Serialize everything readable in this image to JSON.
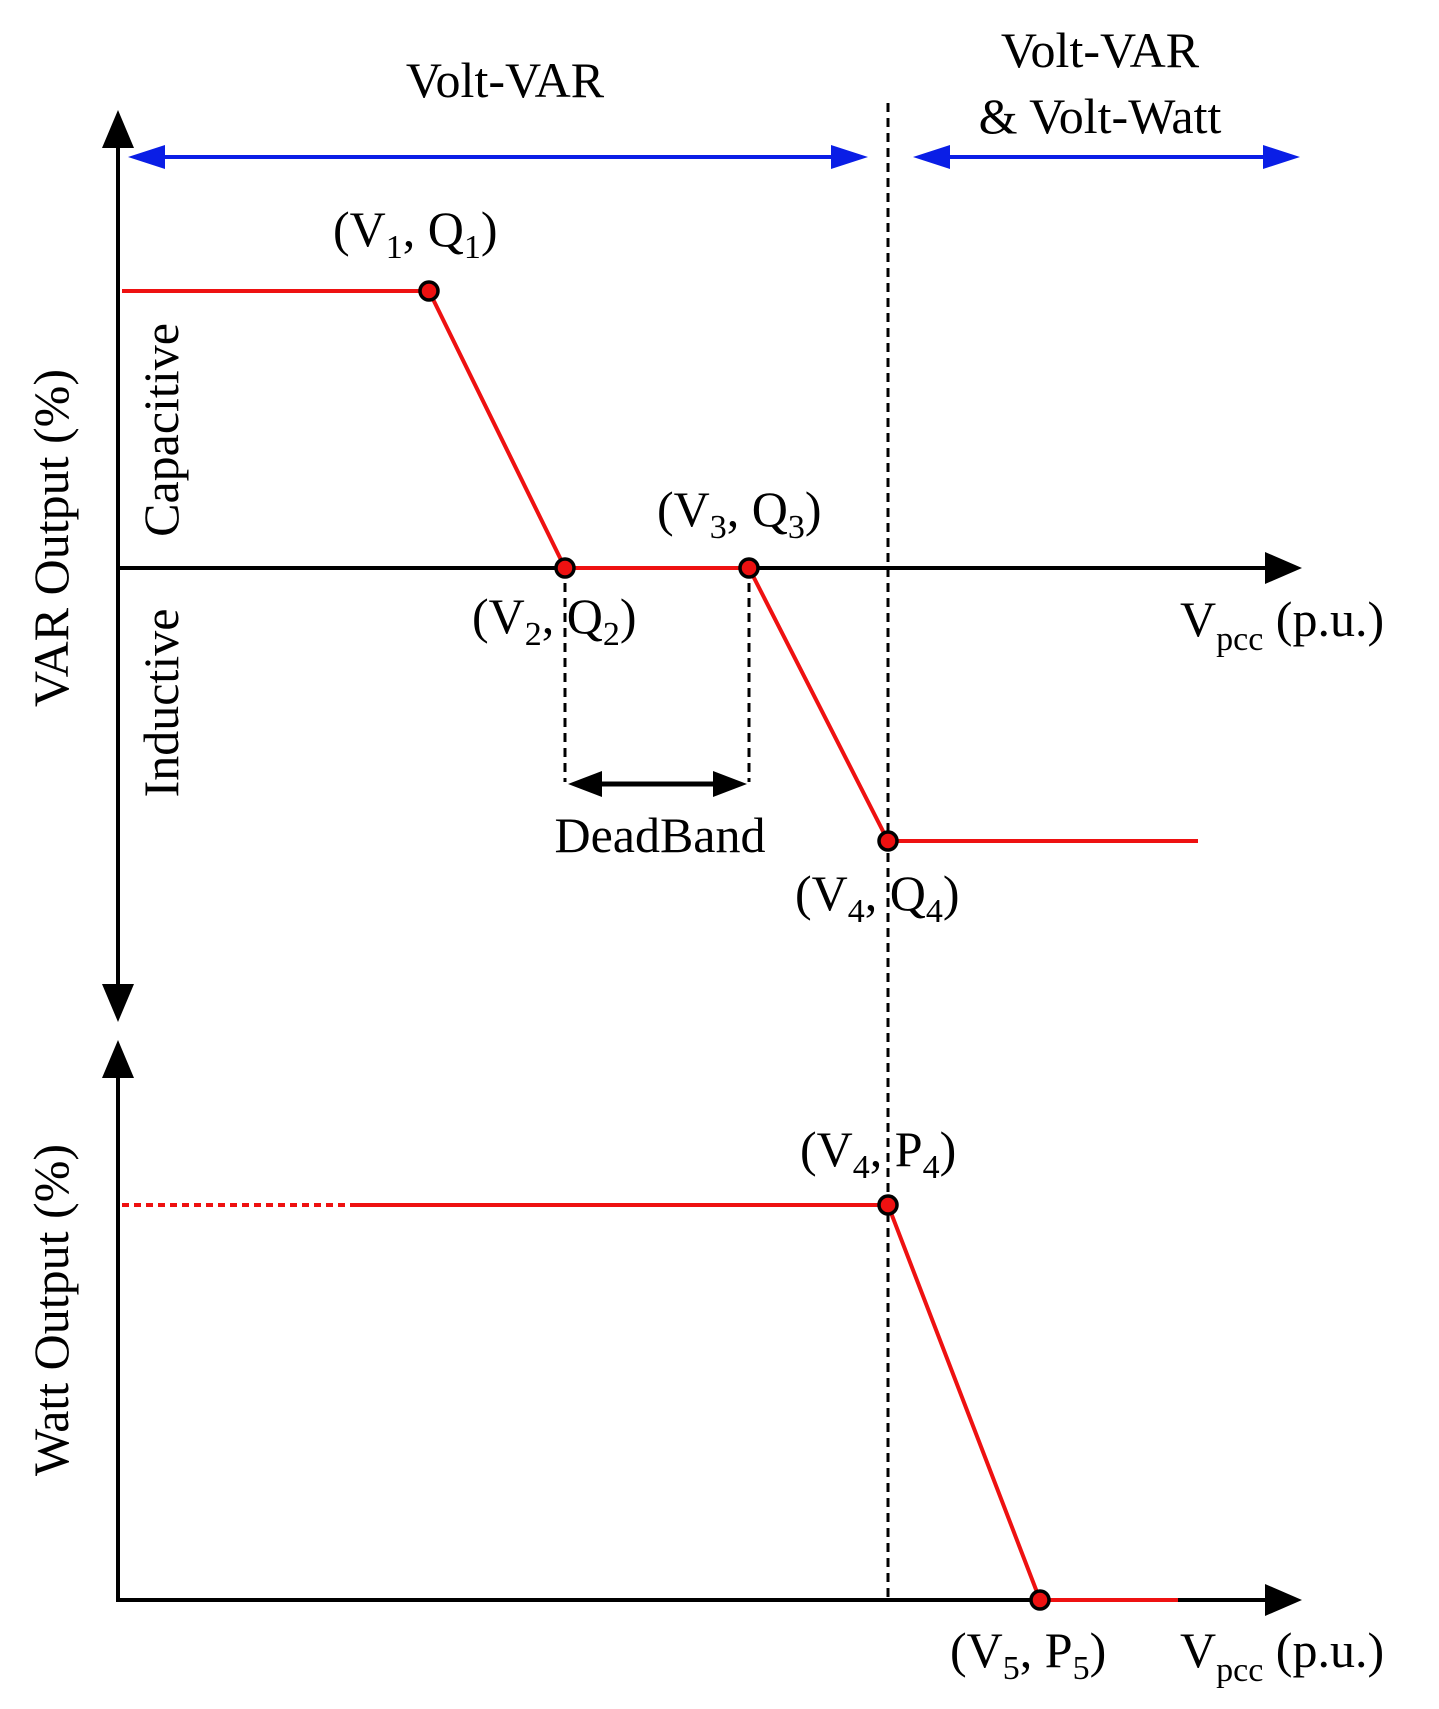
{
  "colors": {
    "curve": "#ee1111",
    "range_arrow": "#0a1ee6",
    "axis": "#000000",
    "point_fill": "#ee1111",
    "point_stroke": "#000000"
  },
  "regions": {
    "volt_var": "Volt-VAR",
    "combined_line1": "Volt-VAR",
    "combined_line2": "& Volt-Watt"
  },
  "var_panel": {
    "ylabel": "VAR Output (%)",
    "capacitive": "Capacitive",
    "inductive": "Inductive",
    "xlabel_main": "V",
    "xlabel_sub": "pcc",
    "xlabel_unit": " (p.u.)",
    "deadband": "DeadBand",
    "points": [
      {
        "v": "V",
        "v_sub": "1",
        "q": "Q",
        "q_sub": "1"
      },
      {
        "v": "V",
        "v_sub": "2",
        "q": "Q",
        "q_sub": "2"
      },
      {
        "v": "V",
        "v_sub": "3",
        "q": "Q",
        "q_sub": "3"
      },
      {
        "v": "V",
        "v_sub": "4",
        "q": "Q",
        "q_sub": "4"
      }
    ]
  },
  "watt_panel": {
    "ylabel": "Watt Output (%)",
    "xlabel_main": "V",
    "xlabel_sub": "pcc",
    "xlabel_unit": " (p.u.)",
    "points": [
      {
        "v": "V",
        "v_sub": "4",
        "q": "P",
        "q_sub": "4"
      },
      {
        "v": "V",
        "v_sub": "5",
        "q": "P",
        "q_sub": "5"
      }
    ]
  }
}
